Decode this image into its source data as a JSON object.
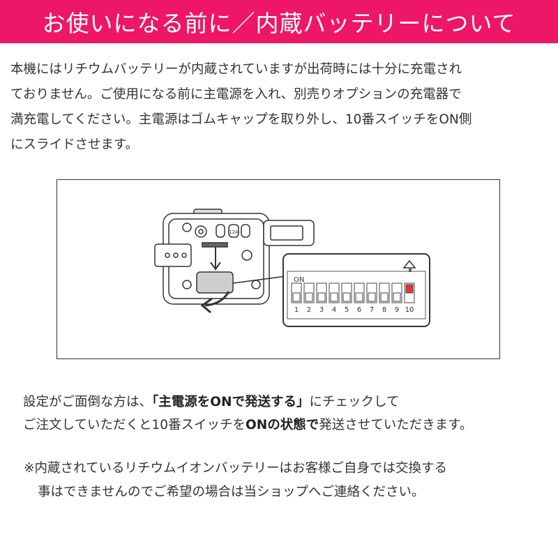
{
  "banner": {
    "title": "お使いになる前に／内蔵バッテリーについて"
  },
  "colors": {
    "accent": "#ee1666",
    "switch_on": "#e53935"
  },
  "intro": {
    "lines": [
      "本機にはリチウムバッテリーが内蔵されていますが出荷時には十分に充電され",
      "ておりません。ご使用になる前に主電源を入れ、別売りオプションの充電器で",
      "満充電してください。主電源はゴムキャップを取り外し、10番スイッチをON側",
      "にスライドさせます。"
    ]
  },
  "figure": {
    "dip_label": "ON",
    "dip_numbers": [
      "1",
      "2",
      "3",
      "4",
      "5",
      "6",
      "7",
      "8",
      "9",
      "10"
    ],
    "dip_on_index": 10,
    "device_button_label": "12A",
    "icons": [
      "device-illustration-icon",
      "up-arrow-icon",
      "down-arrow-icon",
      "curved-arrow-icon"
    ]
  },
  "setting_note": {
    "line1_a": "設定がご面倒な方は、",
    "line1_b": "「主電源をONで発送する」",
    "line1_c": "にチェックして",
    "line2_a": "ご注文していただくと10番スイッチを",
    "line2_b": "ONの状態で",
    "line2_c": "発送させていただきます。"
  },
  "caution": {
    "line1": "※内蔵されているリチウムイオンバッテリーはお客様ご自身では交換する",
    "line2": "事はできませんのでご希望の場合は当ショップへご連絡ください。"
  }
}
